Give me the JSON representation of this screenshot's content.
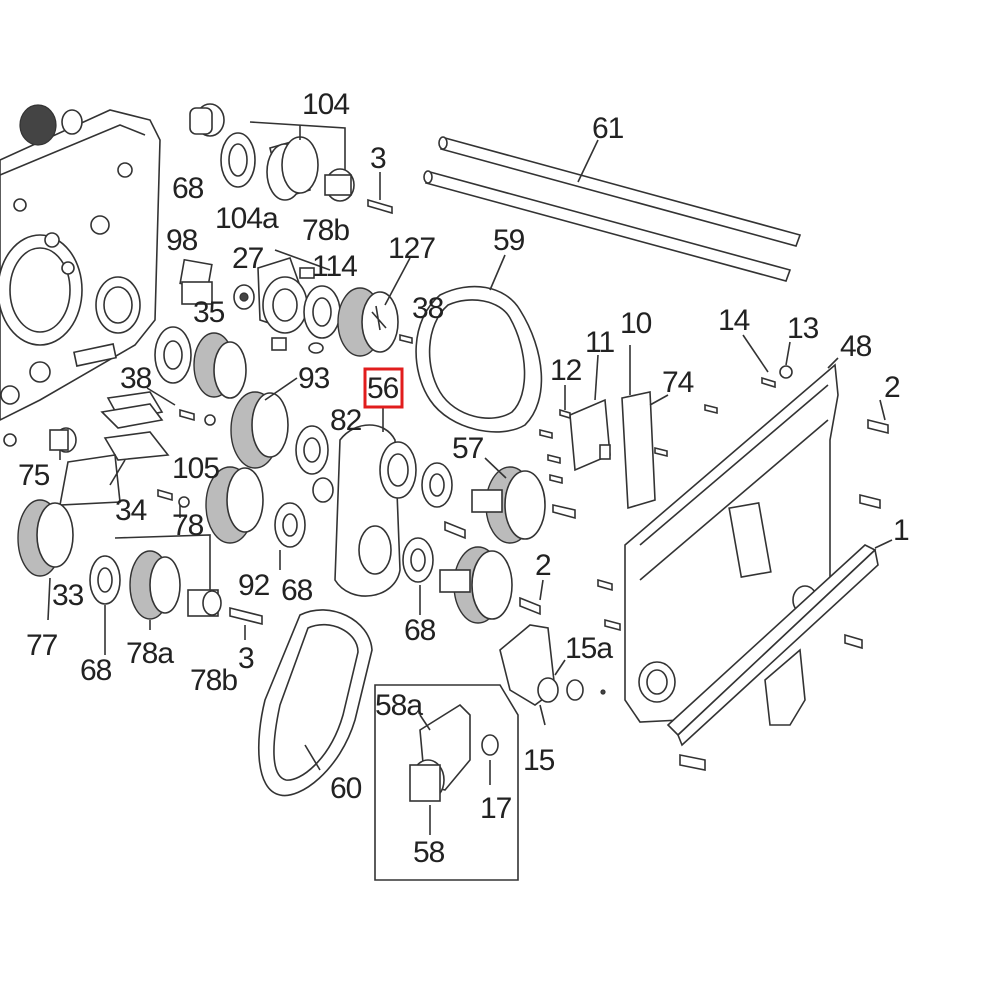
{
  "highlight": {
    "label": "56",
    "color": "#e11d1d"
  },
  "labels": {
    "l61": "61",
    "l59": "59",
    "l104": "104",
    "l3a": "3",
    "l68a": "68",
    "l104a": "104a",
    "l78b_a": "78b",
    "l98": "98",
    "l27": "27",
    "l114": "114",
    "l127": "127",
    "l35": "35",
    "l38a": "38",
    "l14": "14",
    "l13": "13",
    "l48": "48",
    "l11": "11",
    "l10": "10",
    "l12": "12",
    "l74": "74",
    "l2a": "2",
    "l38b": "38",
    "l93": "93",
    "l82": "82",
    "l57": "57",
    "l75": "75",
    "l105": "105",
    "l34": "34",
    "l78": "78",
    "l1": "1",
    "l33": "33",
    "l92": "92",
    "l68b": "68",
    "l2b": "2",
    "l68c": "68",
    "l77": "77",
    "l68d": "68",
    "l78a": "78a",
    "l3b": "3",
    "l78b_b": "78b",
    "l15a": "15a",
    "l58a": "58a",
    "l15": "15",
    "l60": "60",
    "l17": "17",
    "l58": "58"
  }
}
